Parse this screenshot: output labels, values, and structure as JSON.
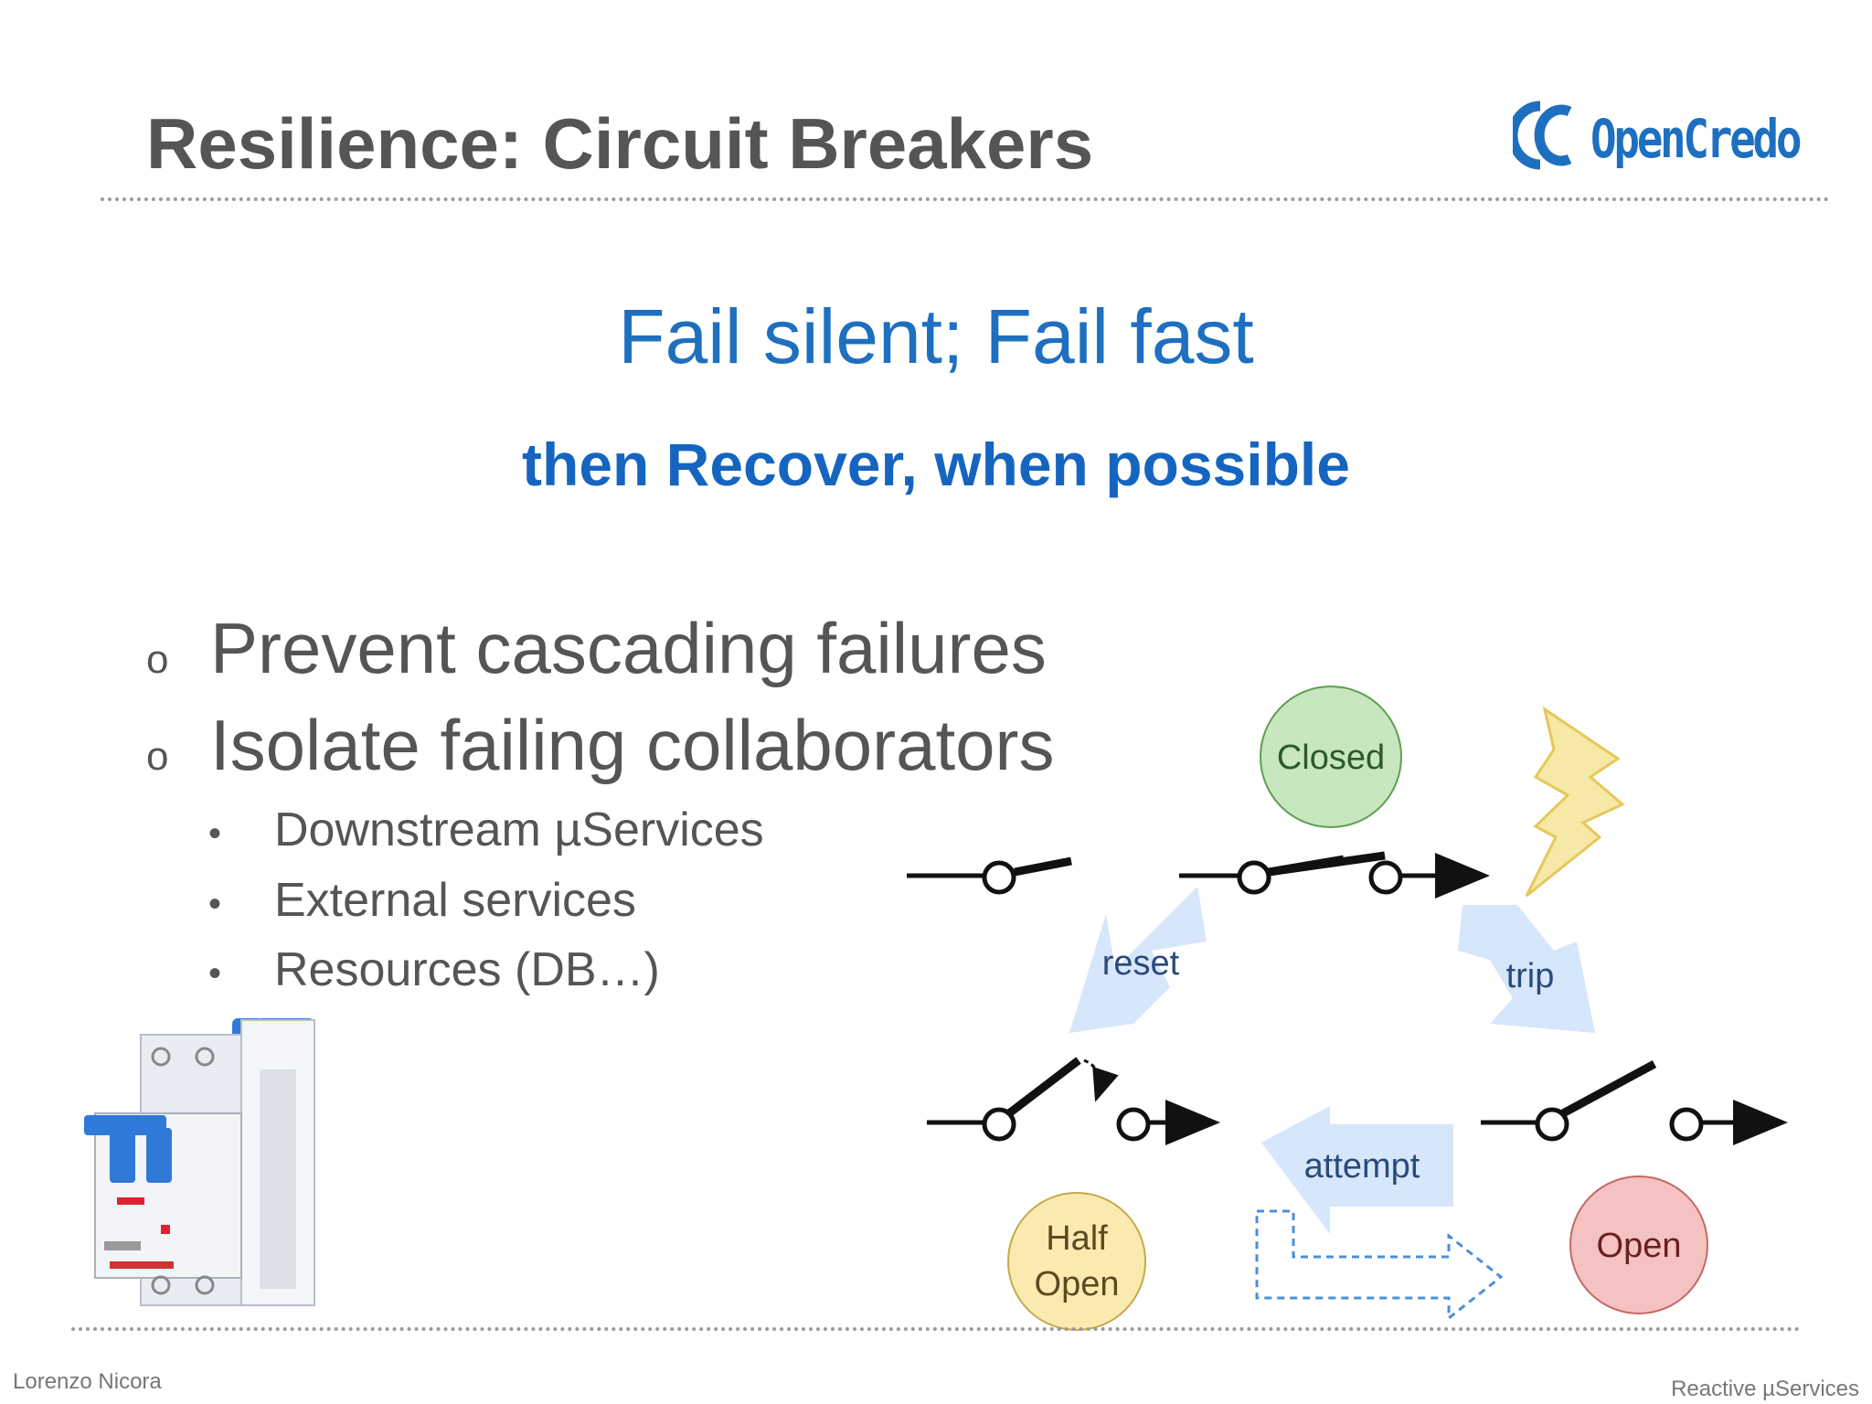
{
  "slide": {
    "title": "Resilience: Circuit Breakers",
    "headline": "Fail silent; Fail fast",
    "subheadline": "then Recover, when possible"
  },
  "logo": {
    "text": "OpenCredo",
    "color": "#1e6fc0"
  },
  "bullets": [
    {
      "marker": "o",
      "text": "Prevent cascading failures"
    },
    {
      "marker": "o",
      "text": "Isolate failing collaborators"
    }
  ],
  "sub_bullets": [
    {
      "marker": "•",
      "text": "Downstream µServices"
    },
    {
      "marker": "•",
      "text": "External services"
    },
    {
      "marker": "•",
      "text": "Resources (DB…)"
    }
  ],
  "diagram": {
    "states": {
      "closed": "Closed",
      "half_open_line1": "Half",
      "half_open_line2": "Open",
      "open": "Open"
    },
    "transitions": {
      "reset": "reset",
      "trip": "trip",
      "attempt": "attempt"
    },
    "colors": {
      "closed": "#c8e6c0",
      "half_open": "#fbeab0",
      "open": "#f5c2c2",
      "arrow": "#d6e6fb",
      "label": "#2a4a7a",
      "bolt": "#f6e8a6"
    }
  },
  "footer": {
    "author": "Lorenzo Nicora",
    "topic": "Reactive  µServices"
  }
}
